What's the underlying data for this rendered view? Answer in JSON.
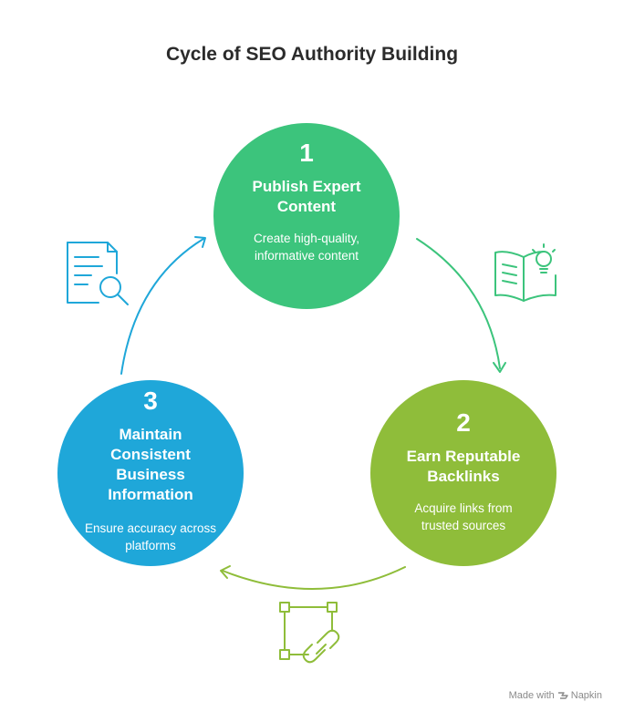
{
  "title": "Cycle of SEO Authority Building",
  "steps": [
    {
      "number": "1",
      "heading": "Publish Expert Content",
      "description": "Create high-quality, informative content",
      "color": "#3cc47c"
    },
    {
      "number": "2",
      "heading": "Earn Reputable Backlinks",
      "description": "Acquire links from trusted sources",
      "color": "#8fbd3a"
    },
    {
      "number": "3",
      "heading": "Maintain Consistent Business Information",
      "description": "Ensure accuracy across platforms",
      "color": "#1fa7d9"
    }
  ],
  "icons": [
    "document-search-icon",
    "book-lightbulb-icon",
    "chain-link-nodes-icon"
  ],
  "credit": {
    "prefix": "Made with",
    "brand": "Napkin"
  }
}
